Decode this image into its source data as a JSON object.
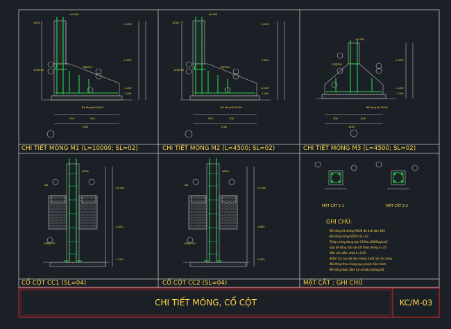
{
  "panels": {
    "m1": "CHI TIẾT MÓNG M1 (L=10000; SL=02)",
    "m2": "CHI TIẾT MÓNG M2 (L=4500; SL=02)",
    "m3": "CHI TIẾT MÓNG M3 (L=4500; SL=02)",
    "cc1": "CỔ CỘT CC1 (SL=04)",
    "cc2": "CỔ CỘT CC2 (SL=04)",
    "notes": "MẶT CẮT ; GHI CHÚ"
  },
  "sections": {
    "s1": "MẶT CẮT 1-1",
    "s2": "MẶT CẮT 2-2"
  },
  "notes": {
    "heading": "GHI CHÚ:",
    "lines": [
      "-Bê tông lót móng M100 đá 4x6 dày 100",
      "-Bê tông móng M250 đá 1x2",
      "-Thép móng dùng loại CII Ra=2800kg/cm2",
      "-Lớp bê tông bảo vệ cốt thép móng a=35",
      "-Đất nền đầm chặt k=0.95",
      "-Kiểm tra cao độ đáy móng trước khi thi công",
      "-Nối thép theo đúng quy phạm hiện hành",
      "-Bê tông được đầm kỹ và bảo dưỡng tốt"
    ]
  },
  "title_block": {
    "title": "CHI TIẾT MÓNG, CỔ CỘT",
    "code": "KC/M-03"
  },
  "colors": {
    "background": "#1b2026",
    "frame": "#c6c6c6",
    "title_text": "#ffd84a",
    "rebar": "#29d64a",
    "border_red": "#d8282e"
  }
}
